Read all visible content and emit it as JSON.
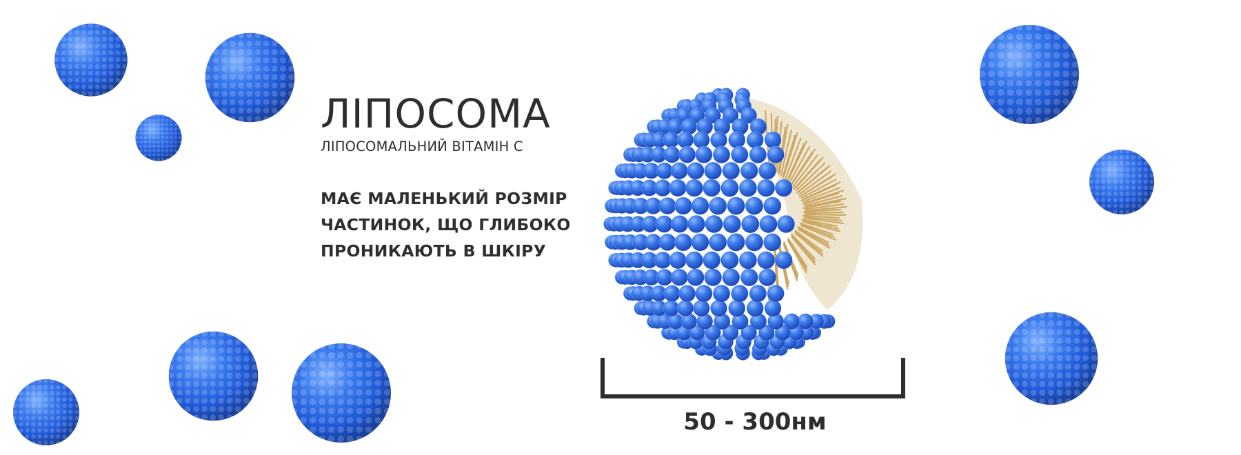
{
  "title": "ЛІПОСОМА",
  "subtitle": "ЛІПОСОМАЛЬНИЙ ВІТАМІН С",
  "description_lines": [
    "МАЄ МАЛЕНЬКИЙ РОЗМІР",
    "ЧАСТИНОК, ЩО ГЛИБОКО",
    "ПРОНИКАЮТЬ В ШКІРУ"
  ],
  "size_label": "50 - 300нм",
  "colors": {
    "sphere_blue": "#2f6fe0",
    "sphere_dark": "#1a3fa8",
    "lipid_tail": "#c9a35a",
    "text": "#2e2e2e"
  },
  "icons": [
    "liposome-sphere-icon",
    "scale-bracket-icon"
  ]
}
